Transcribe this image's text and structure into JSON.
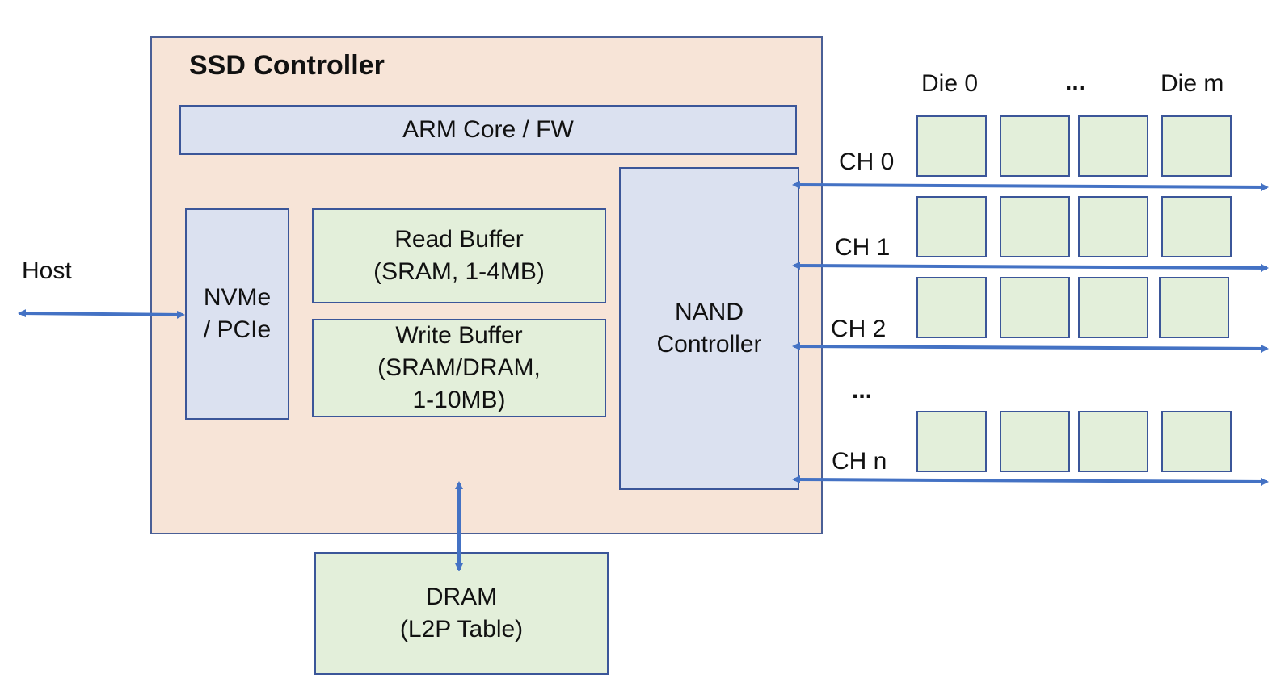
{
  "controller": {
    "title": "SSD Controller"
  },
  "blocks": {
    "arm": "ARM Core / FW",
    "nvme": "NVMe\n/ PCIe",
    "read_buffer": "Read Buffer\n(SRAM, 1-4MB)",
    "write_buffer": "Write Buffer\n(SRAM/DRAM,\n1-10MB)",
    "nand": "NAND\nController",
    "dram": "DRAM\n(L2P Table)"
  },
  "host": "Host",
  "dies": {
    "first": "Die 0",
    "ellipsis": "...",
    "last": "Die m"
  },
  "channels": [
    "CH 0",
    "CH 1",
    "CH 2",
    "CH n"
  ],
  "channel_ellipsis": "...",
  "colors": {
    "arrow": "#4472c4",
    "block_blue": "#dbe1f0",
    "block_green": "#e3efda",
    "controller_bg": "#f7e4d7",
    "border": "#3b5699"
  }
}
